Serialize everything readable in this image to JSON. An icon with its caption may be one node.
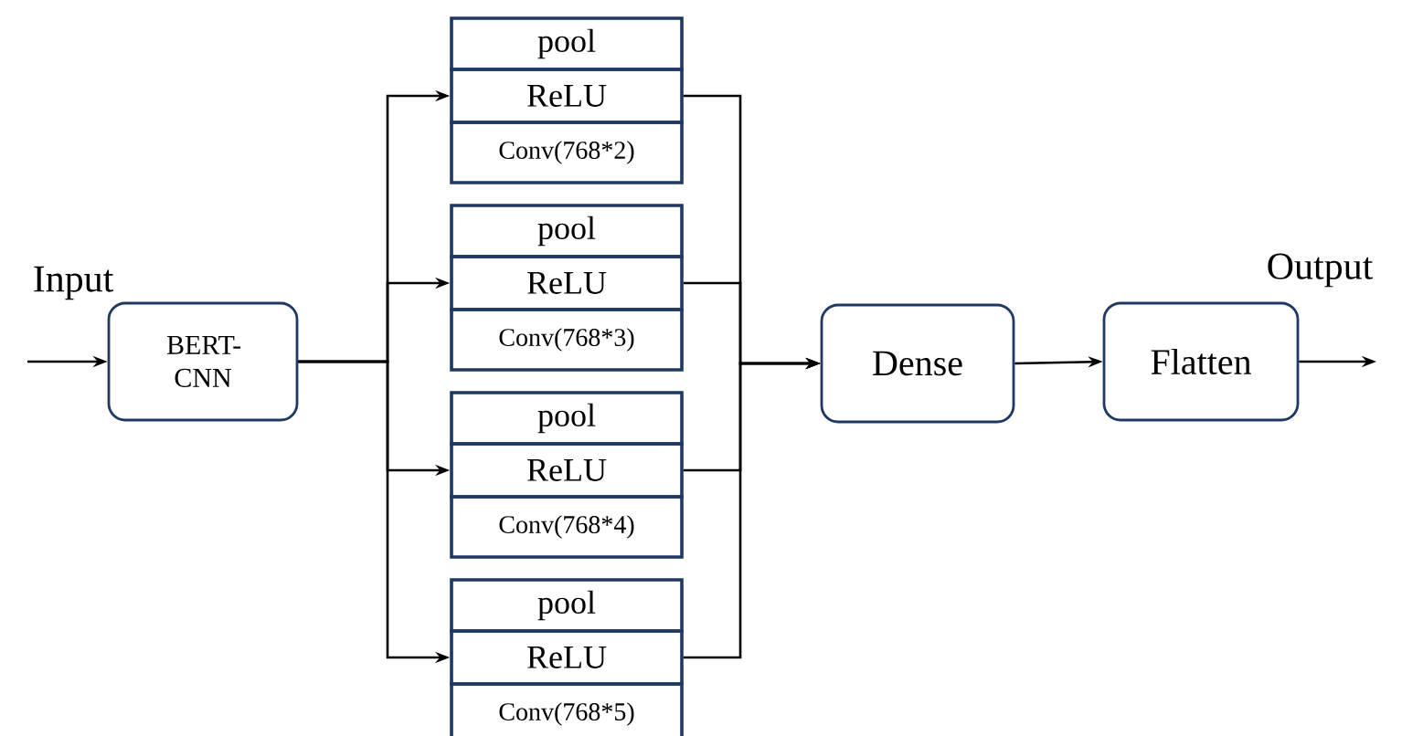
{
  "diagram": {
    "nodes": [
      {
        "text": [
          "BERT-CNN"
        ]
      },
      {
        "text": [
          "pool"
        ]
      },
      {
        "text": [
          "ReLU"
        ]
      },
      {
        "text": [
          "Conv(768*2)"
        ]
      },
      {
        "text": [
          "pool"
        ]
      },
      {
        "text": [
          "ReLU"
        ]
      },
      {
        "text": [
          "Conv(768*3)"
        ]
      },
      {
        "text": [
          "pool"
        ]
      },
      {
        "text": [
          "ReLU"
        ]
      },
      {
        "text": [
          "Conv(768*4)"
        ]
      },
      {
        "text": [
          "pool"
        ]
      },
      {
        "text": [
          "ReLU"
        ]
      },
      {
        "text": [
          "Conv(768*5)"
        ]
      },
      {
        "text": [
          "Dense"
        ]
      },
      {
        "text": [
          "Flatten"
        ]
      }
    ],
    "edges": [
      {
        "from": null,
        "to": 0,
        "arrow": "to"
      },
      {
        "from": 0,
        "to": 2,
        "arrow": "to"
      },
      {
        "from": 0,
        "to": 5,
        "arrow": "to"
      },
      {
        "from": 0,
        "to": 8,
        "arrow": "to"
      },
      {
        "from": 0,
        "to": 11,
        "arrow": "to"
      },
      {
        "from": 2,
        "to": 13,
        "arrow": "to"
      },
      {
        "from": 5,
        "to": 13,
        "arrow": "to"
      },
      {
        "from": 8,
        "to": 13,
        "arrow": "to"
      },
      {
        "from": 11,
        "to": 13,
        "arrow": "to"
      },
      {
        "from": 13,
        "to": 14,
        "arrow": "to"
      },
      {
        "from": 14,
        "to": null,
        "arrow": "to"
      }
    ],
    "labels": [
      "Input",
      "Output"
    ]
  }
}
